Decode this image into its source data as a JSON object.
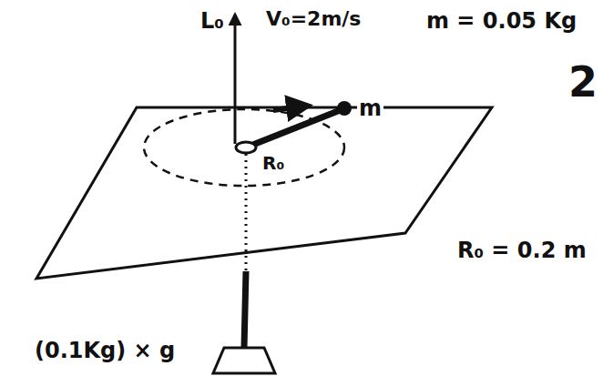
{
  "diagram": {
    "labels": [
      "L₀",
      "V₀=2m/s",
      "m = 0.05 Kg",
      "m",
      "R₀",
      "R₀ = 0.2 m",
      "(0.1Kg) × g",
      "2"
    ]
  }
}
